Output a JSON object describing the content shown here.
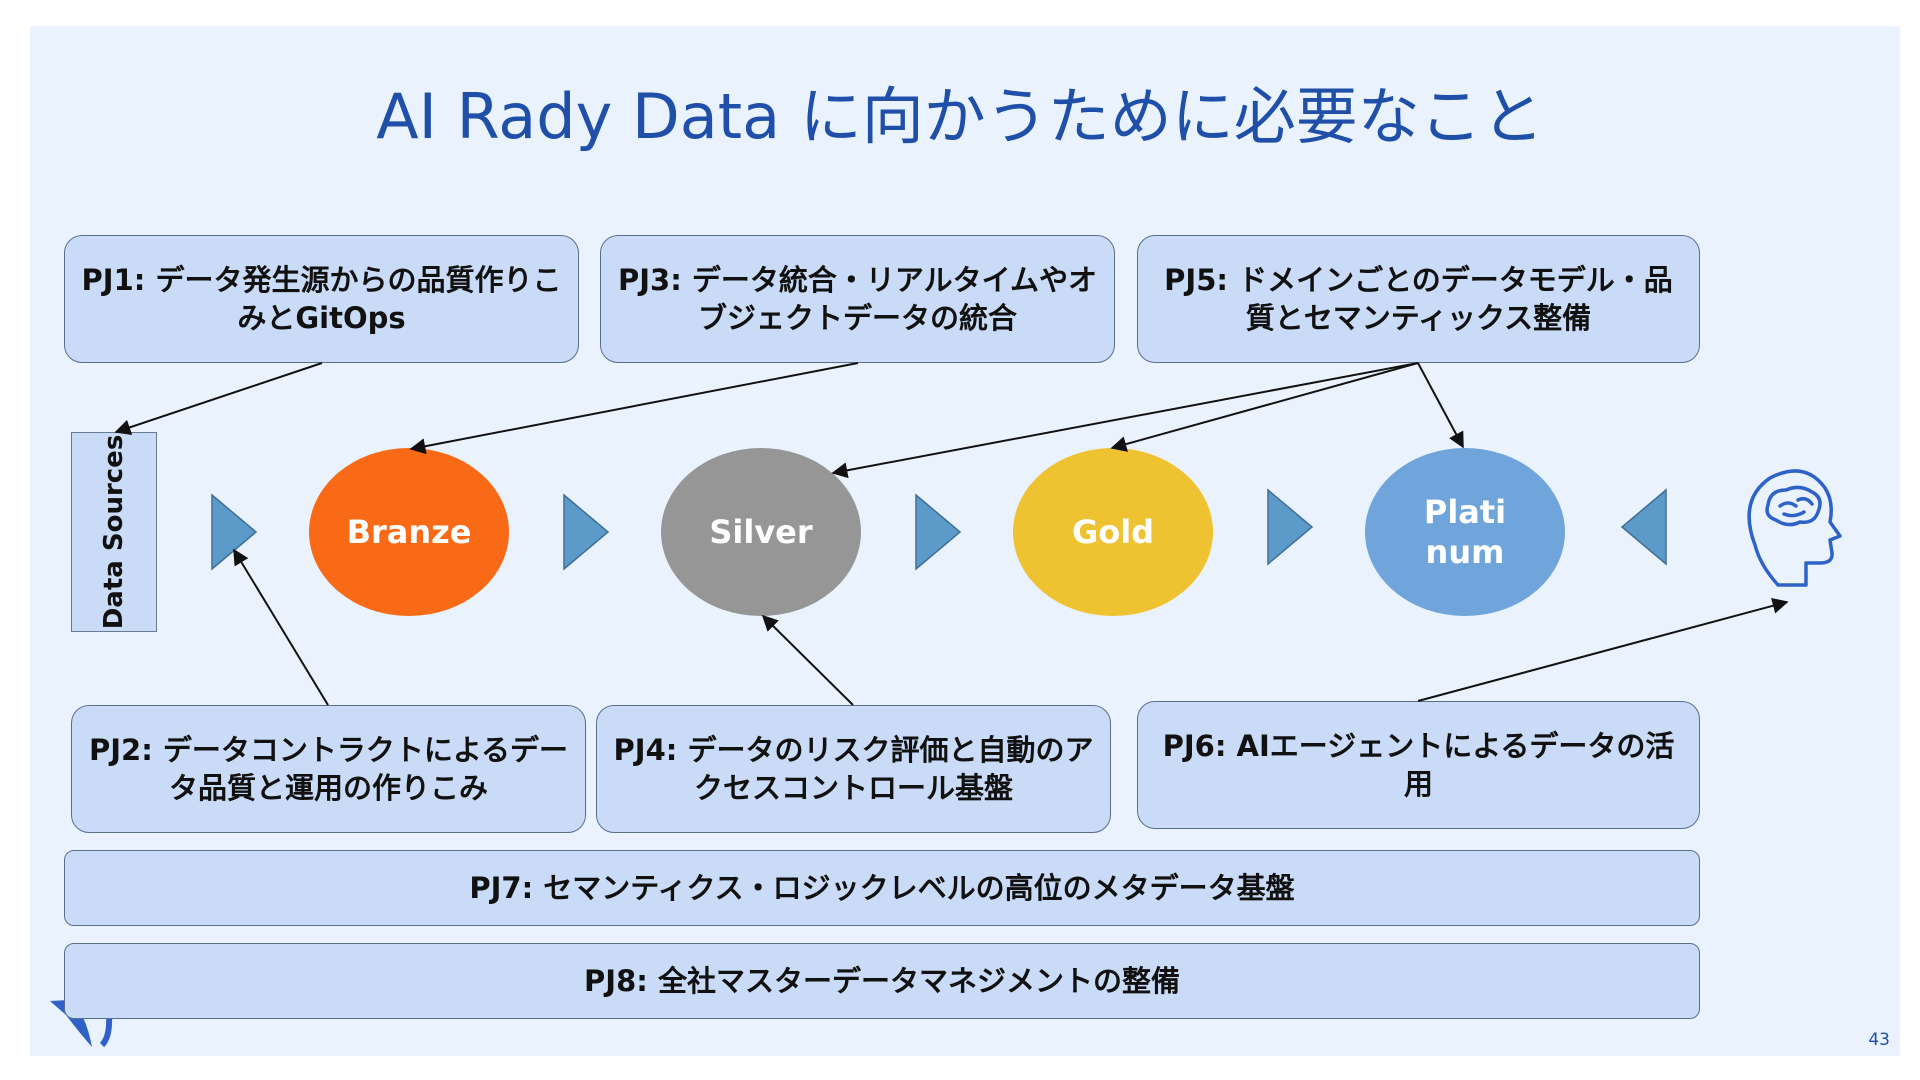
{
  "title": "AI Rady Data に向かうために必要なこと",
  "data_sources": "Data Sources",
  "layers": [
    {
      "label": "Branze",
      "color": "#f96a16"
    },
    {
      "label": "Silver",
      "color": "#969696"
    },
    {
      "label": "Gold",
      "color": "#efc232"
    },
    {
      "label": "Plati\nnum",
      "color": "#6fa5da"
    }
  ],
  "projects": {
    "pj1": "PJ1: データ発生源からの品質作りこみとGitOps",
    "pj2": "PJ2: データコントラクトによるデータ品質と運用の作りこみ",
    "pj3": "PJ3: データ統合・リアルタイムやオブジェクトデータの統合",
    "pj4": "PJ4: データのリスク評価と自動のアクセスコントロール基盤",
    "pj5": "PJ5: ドメインごとのデータモデル・品質とセマンティックス整備",
    "pj6": "PJ6: AIエージェントによるデータの活用",
    "pj7": "PJ7: セマンティクス・ロジックレベルの高位のメタデータ基盤",
    "pj8": "PJ8: 全社マスターデータマネジメントの整備"
  },
  "icons": [
    "ai-brain-icon",
    "logo-bird-icon"
  ],
  "colors": {
    "title": "#1f4fa8",
    "box_fill": "#c9dbf6",
    "arrow_triangle": "#5b9ac9",
    "brain": "#2f62c9"
  },
  "page_number": "43"
}
